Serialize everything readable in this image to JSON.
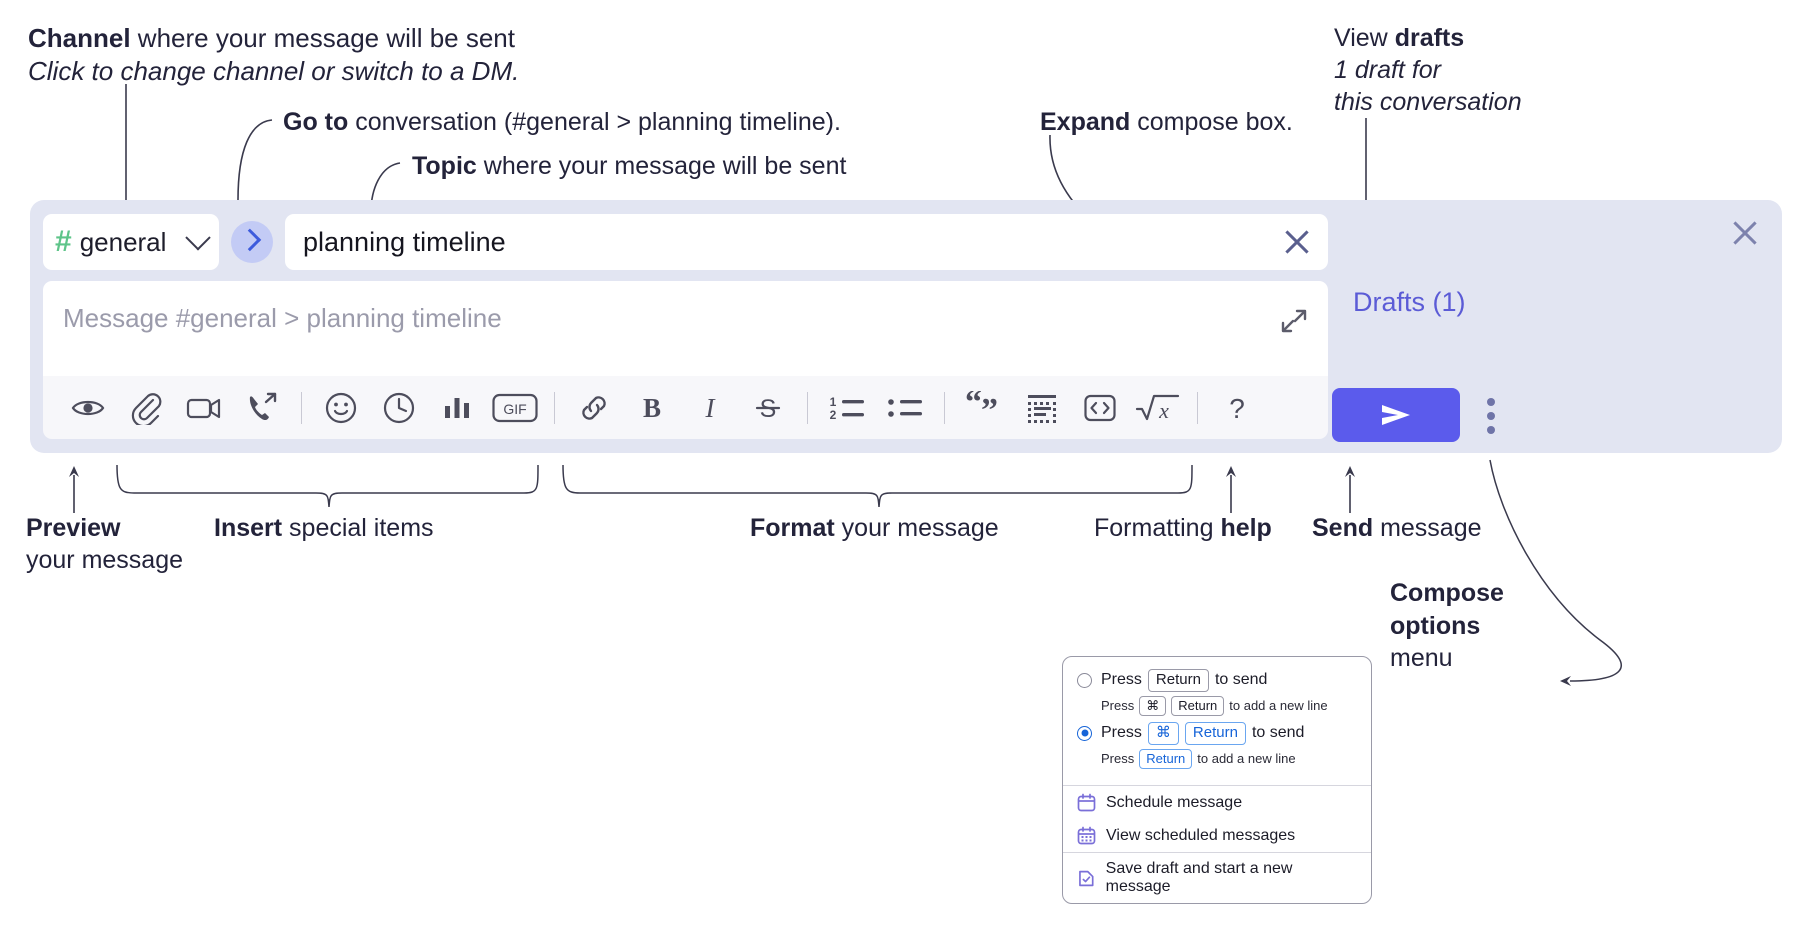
{
  "annotations": {
    "channel": {
      "bold": "Channel",
      "rest": " where your message will be sent",
      "italic": "Click to change channel or switch to a DM."
    },
    "goto": {
      "bold": "Go to",
      "rest": " conversation (#general > planning timeline)."
    },
    "topic": {
      "bold": "Topic",
      "rest": " where your message will be sent"
    },
    "expand": {
      "bold": "Expand",
      "rest": " compose box."
    },
    "drafts": {
      "plain": "View ",
      "bold": "drafts",
      "italic1": "1 draft for",
      "italic2": "this conversation"
    },
    "preview": {
      "bold": "Preview",
      "rest": "your message"
    },
    "insert": {
      "bold": "Insert",
      "rest": " special items"
    },
    "format": {
      "bold": "Format",
      "rest": " your message"
    },
    "help": {
      "plain": "Formatting ",
      "bold": "help"
    },
    "send": {
      "bold": "Send",
      "rest": " message"
    },
    "compose_options": {
      "bold1": "Compose",
      "bold2": "options",
      "rest": "menu"
    }
  },
  "compose": {
    "channel": {
      "hash": "#",
      "name": "general",
      "chevron_icon": "chevron-down-icon"
    },
    "goto_button": {
      "icon": "chevron-right-icon"
    },
    "topic": {
      "value": "planning timeline",
      "clear_icon": "close-icon"
    },
    "message": {
      "placeholder": "Message #general > planning timeline",
      "value": ""
    },
    "expand_icon": "expand-icon",
    "panel_close_icon": "close-icon",
    "drafts_label": "Drafts (1)",
    "send_icon": "send-paper-plane-icon",
    "kebab_icon": "more-vertical-icon",
    "toolbar": [
      {
        "name": "preview-button",
        "icon": "eye-icon",
        "label": "Preview"
      },
      {
        "name": "attach-button",
        "icon": "paperclip-icon",
        "label": "Attach file"
      },
      {
        "name": "video-clip-button",
        "icon": "video-camera-icon",
        "label": "Record video clip"
      },
      {
        "name": "audio-clip-button",
        "icon": "phone-arrow-icon",
        "label": "Record audio clip"
      },
      {
        "name": "separator-1",
        "icon": "separator",
        "label": ""
      },
      {
        "name": "emoji-button",
        "icon": "smiley-icon",
        "label": "Emoji"
      },
      {
        "name": "reminder-button",
        "icon": "clock-icon",
        "label": "Reminder"
      },
      {
        "name": "poll-button",
        "icon": "bar-chart-icon",
        "label": "Poll"
      },
      {
        "name": "gif-button",
        "icon": "gif-icon",
        "label": "GIF"
      },
      {
        "name": "separator-2",
        "icon": "separator",
        "label": ""
      },
      {
        "name": "link-button",
        "icon": "link-icon",
        "label": "Link"
      },
      {
        "name": "bold-button",
        "icon": "bold-icon",
        "label": "B"
      },
      {
        "name": "italic-button",
        "icon": "italic-icon",
        "label": "I"
      },
      {
        "name": "strikethrough-button",
        "icon": "strikethrough-icon",
        "label": "S"
      },
      {
        "name": "separator-3",
        "icon": "separator",
        "label": ""
      },
      {
        "name": "ordered-list-button",
        "icon": "ordered-list-icon",
        "label": "1 2"
      },
      {
        "name": "bullet-list-button",
        "icon": "bullet-list-icon",
        "label": ""
      },
      {
        "name": "separator-4",
        "icon": "separator",
        "label": ""
      },
      {
        "name": "blockquote-button",
        "icon": "quote-icon",
        "label": ""
      },
      {
        "name": "code-block-button",
        "icon": "code-block-icon",
        "label": ""
      },
      {
        "name": "inline-code-button",
        "icon": "code-brackets-icon",
        "label": "<>"
      },
      {
        "name": "math-button",
        "icon": "square-root-x-icon",
        "label": "√x"
      },
      {
        "name": "separator-5",
        "icon": "separator",
        "label": ""
      },
      {
        "name": "formatting-help-button",
        "icon": "question-mark-icon",
        "label": "?"
      }
    ]
  },
  "options_menu": {
    "option_return": {
      "selected": false,
      "main_pre": "Press",
      "main_key": "Return",
      "main_post": "to send",
      "sub_pre": "Press",
      "sub_key1": "⌘",
      "sub_key2": "Return",
      "sub_post": "to add a new line"
    },
    "option_cmd_return": {
      "selected": true,
      "main_pre": "Press",
      "main_key1": "⌘",
      "main_key2": "Return",
      "main_post": "to send",
      "sub_pre": "Press",
      "sub_key": "Return",
      "sub_post": "to add a new line"
    },
    "items": [
      {
        "name": "schedule-message",
        "icon": "calendar-icon",
        "label": "Schedule message"
      },
      {
        "name": "view-scheduled-messages",
        "icon": "calendar-grid-icon",
        "label": "View scheduled messages"
      },
      {
        "name": "save-draft-new-message",
        "icon": "document-check-icon",
        "label": "Save draft and start a new message"
      }
    ]
  },
  "colors": {
    "panel_bg": "#e2e5f2",
    "send_button": "#5b5bec",
    "drafts_link": "#5b5bd6",
    "channel_hash": "#5ec489",
    "goto_bubble": "#c3cbf5",
    "radio_selected": "#1664d8",
    "menu_icon": "#7a6fd8"
  }
}
